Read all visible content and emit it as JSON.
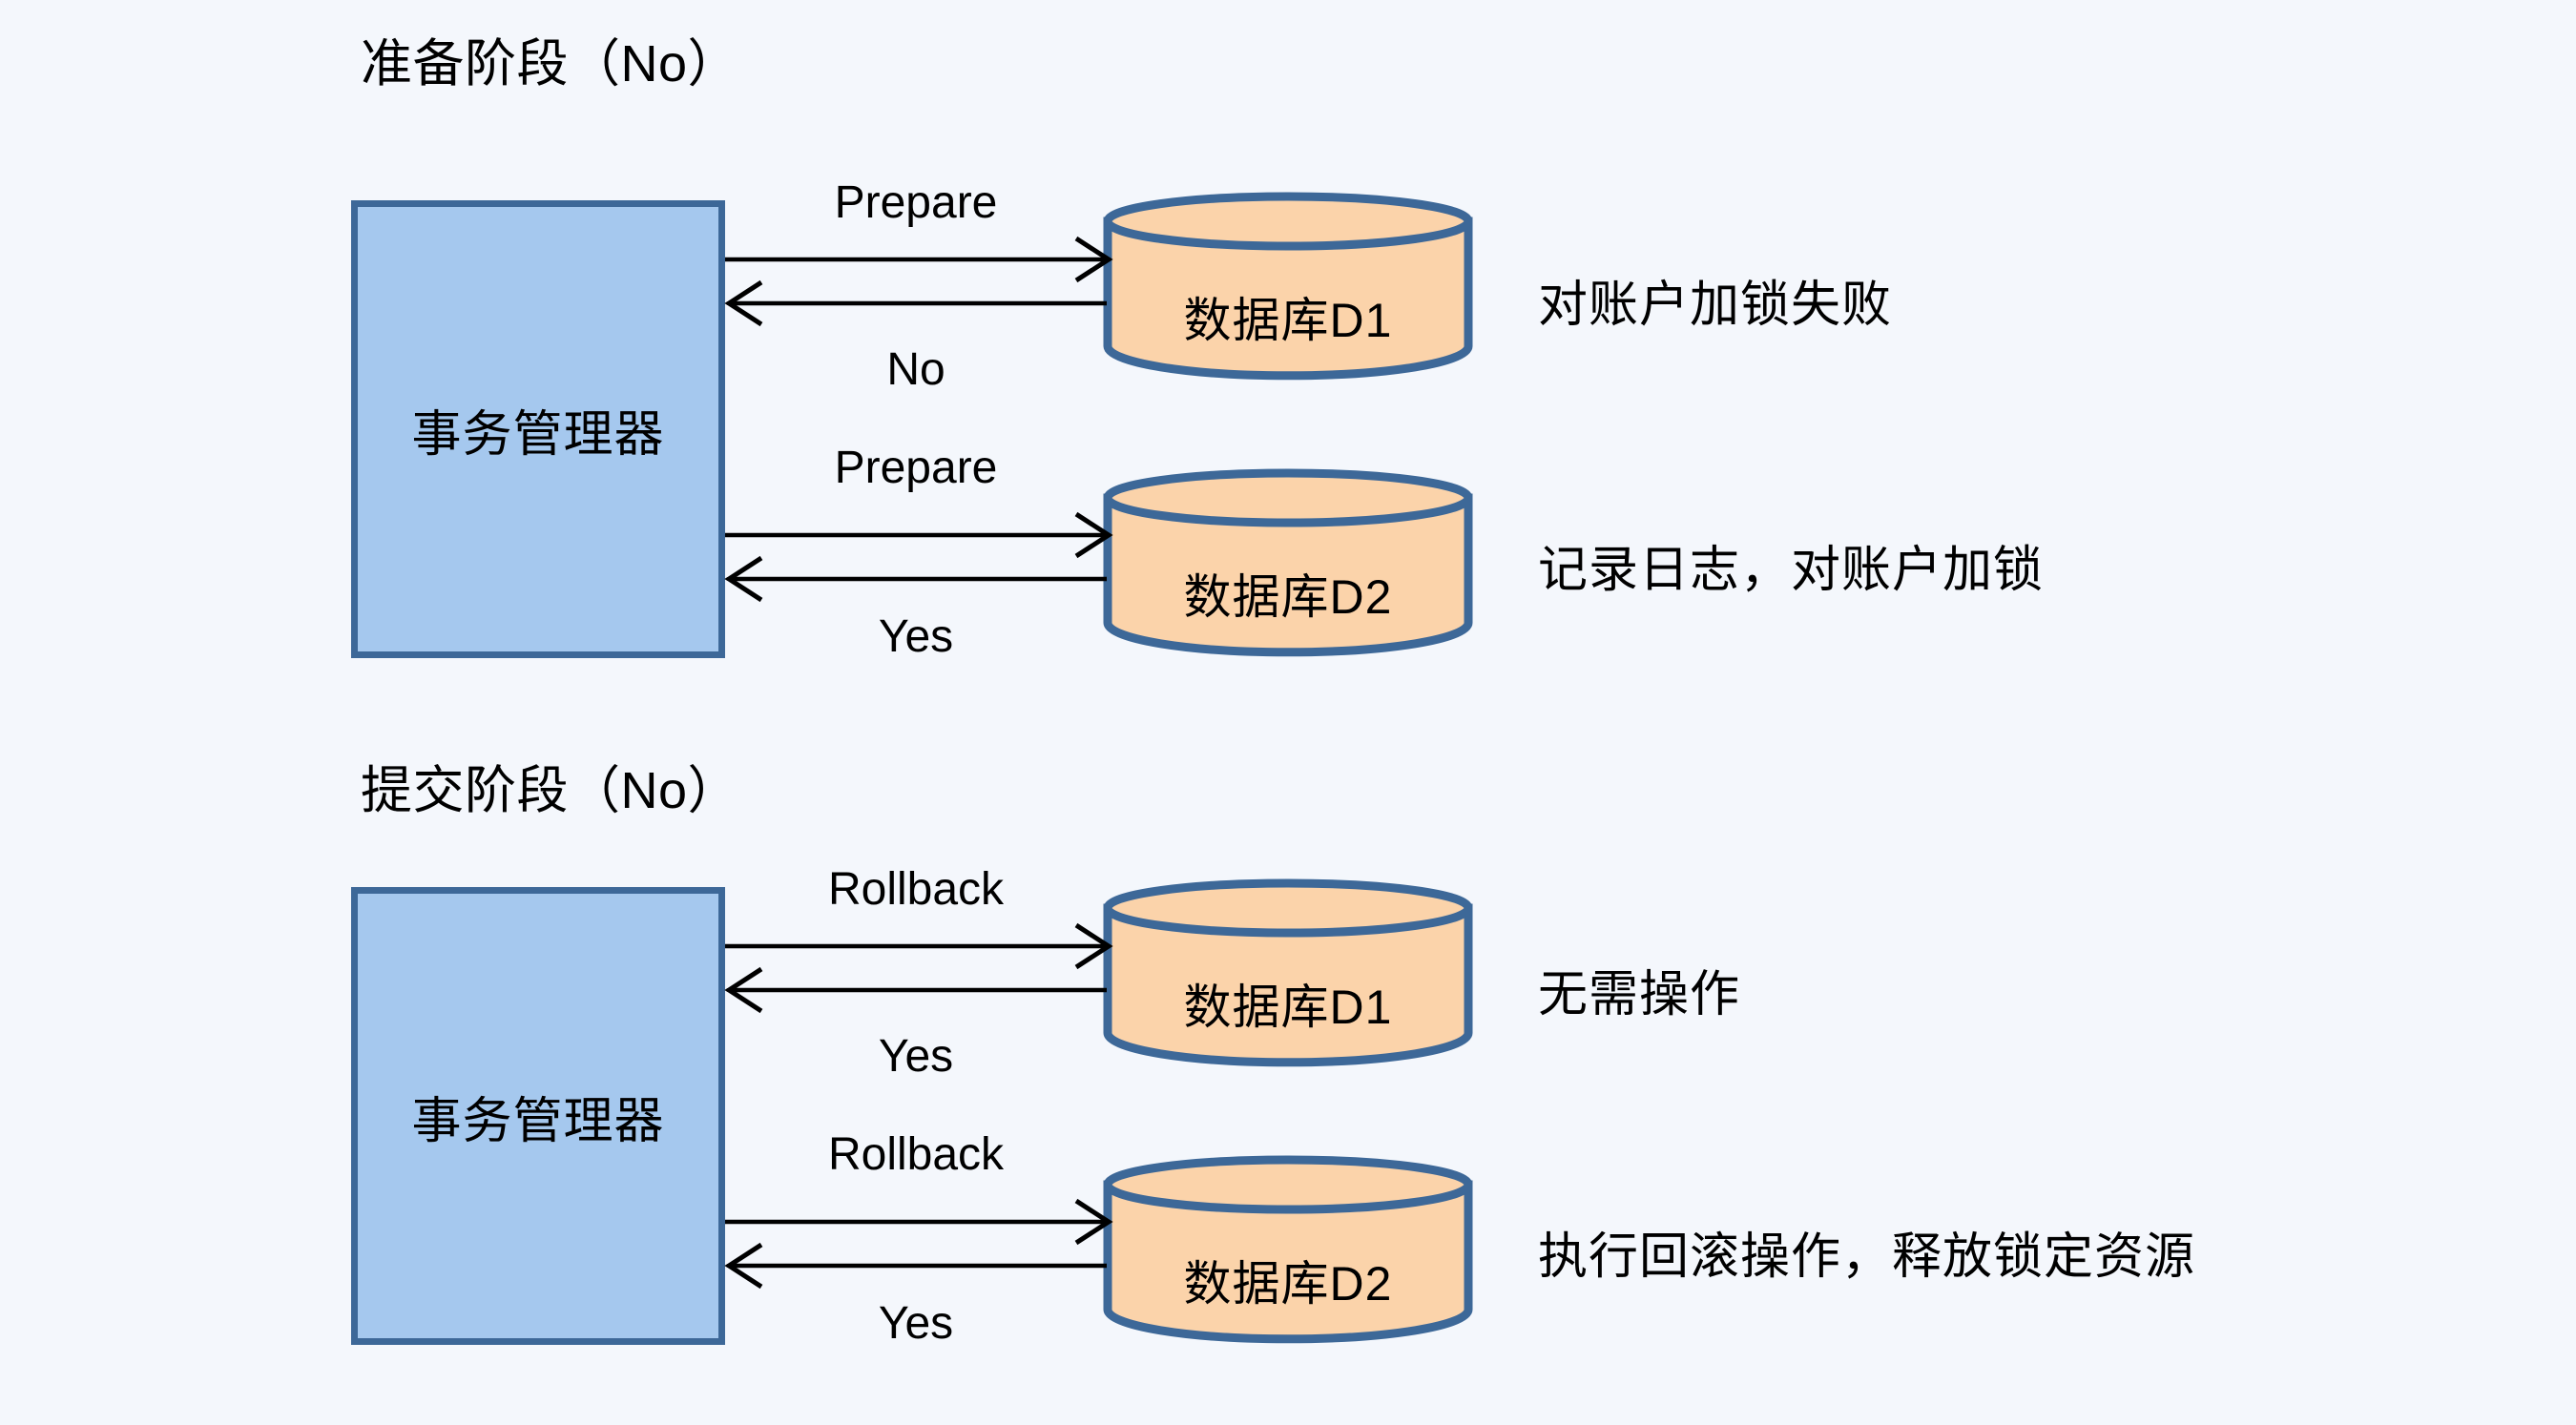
{
  "background_color": "#f4f7fc",
  "palette": {
    "box_fill": "#a5c8ee",
    "box_stroke": "#3d6898",
    "cylinder_fill": "#fbd3aa",
    "cylinder_stroke": "#3d6898",
    "arrow_color": "#000000",
    "text_color": "#000000"
  },
  "diagram": {
    "type": "sequence-flow",
    "description": "Two-phase commit (2PC) failure scenario diagram",
    "sections": [
      {
        "id": "prepare-phase",
        "title": "准备阶段（No）",
        "coordinator": {
          "label": "事务管理器"
        },
        "participants": [
          {
            "id": "d1",
            "label": "数据库D1",
            "request_label": "Prepare",
            "response_label": "No",
            "note": "对账户加锁失败"
          },
          {
            "id": "d2",
            "label": "数据库D2",
            "request_label": "Prepare",
            "response_label": "Yes",
            "note": "记录日志，对账户加锁"
          }
        ]
      },
      {
        "id": "commit-phase",
        "title": "提交阶段（No）",
        "coordinator": {
          "label": "事务管理器"
        },
        "participants": [
          {
            "id": "d1",
            "label": "数据库D1",
            "request_label": "Rollback",
            "response_label": "Yes",
            "note": "无需操作"
          },
          {
            "id": "d2",
            "label": "数据库D2",
            "request_label": "Rollback",
            "response_label": "Yes",
            "note": "执行回滚操作，释放锁定资源"
          }
        ]
      }
    ]
  }
}
